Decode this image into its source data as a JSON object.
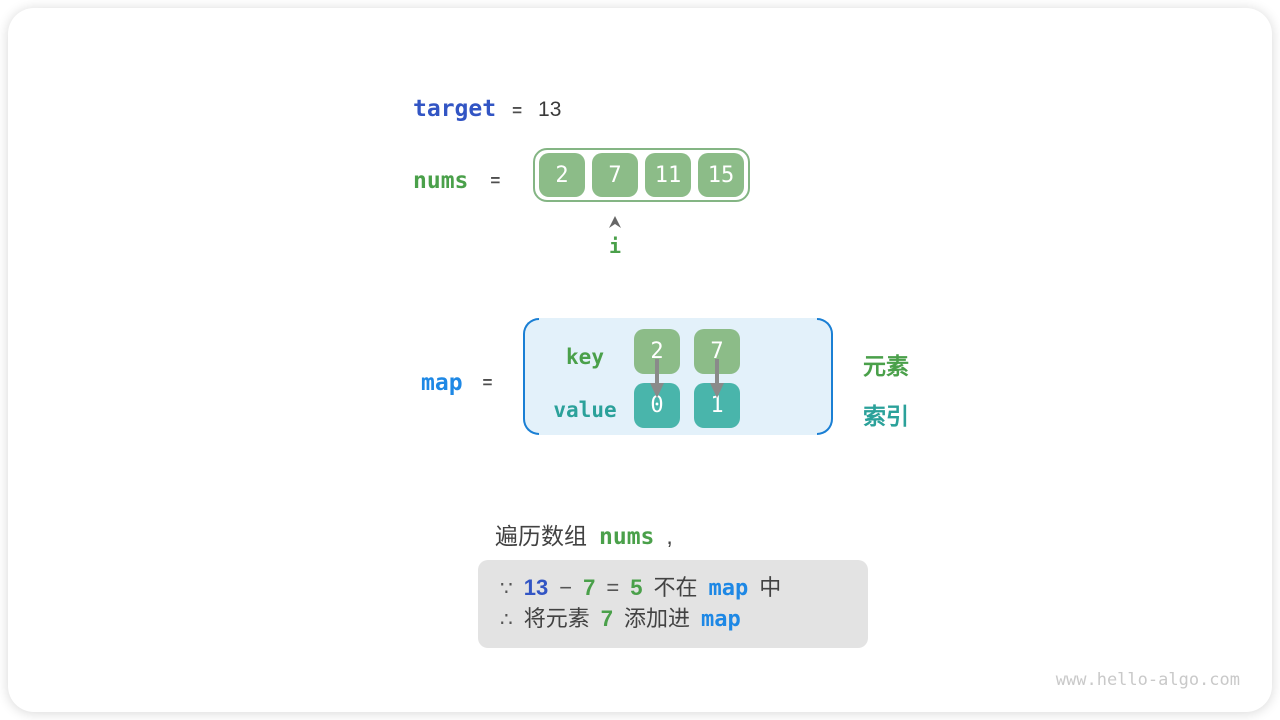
{
  "target_row": {
    "label": "target",
    "equals": "=",
    "value": "13"
  },
  "nums_row": {
    "label": "nums",
    "equals": "=",
    "cells": [
      "2",
      "7",
      "11",
      "15"
    ],
    "pointer_label": "i"
  },
  "map_row": {
    "label": "map",
    "equals": "=",
    "key_label": "key",
    "value_label": "value",
    "keys": [
      "2",
      "7"
    ],
    "values": [
      "0",
      "1"
    ],
    "legend_element": "元素",
    "legend_index": "索引"
  },
  "caption": {
    "text": "遍历数组",
    "code": "nums",
    "comma": ","
  },
  "note_box": {
    "line1": {
      "sym": "∵",
      "n1": "13",
      "minus": "−",
      "n2": "7",
      "eq": "=",
      "n3": "5",
      "t1": "不在",
      "code": "map",
      "t2": "中"
    },
    "line2": {
      "sym": "∴",
      "t1": "将元素",
      "n1": "7",
      "t2": "添加进",
      "code": "map"
    }
  },
  "watermark": "www.hello-algo.com",
  "colors": {
    "royal_blue": "#3255c4",
    "bright_blue": "#1e88e5",
    "green": "#4aa04a",
    "teal": "#2ba19a",
    "cell_green": "#8cbc88",
    "cell_teal": "#49b5ab",
    "array_border": "#84b584",
    "map_bg": "#e3f1fa",
    "bracket_blue": "#1a7fd4",
    "note_bg": "#e3e3e3",
    "arrow_gray": "#8a8a8a"
  }
}
